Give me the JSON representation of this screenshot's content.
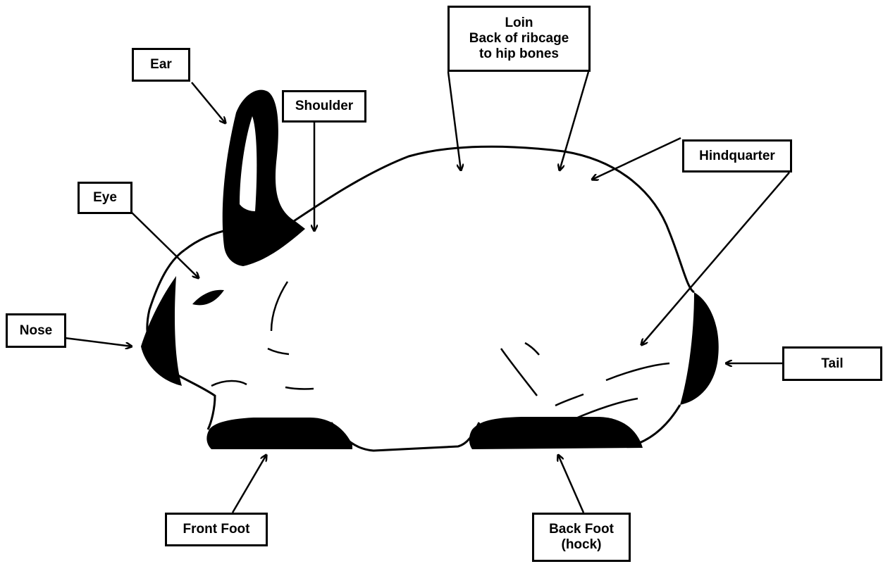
{
  "diagram": {
    "labels": {
      "ear": "Ear",
      "shoulder": "Shoulder",
      "loin": [
        "Loin",
        "Back of ribcage",
        "to hip bones"
      ],
      "hindquarter": "Hindquarter",
      "eye": "Eye",
      "nose": "Nose",
      "tail": "Tail",
      "front_foot": "Front Foot",
      "back_foot": [
        "Back Foot",
        "(hock)"
      ]
    },
    "colors": {
      "ink": "#000000",
      "paper": "#ffffff"
    }
  }
}
